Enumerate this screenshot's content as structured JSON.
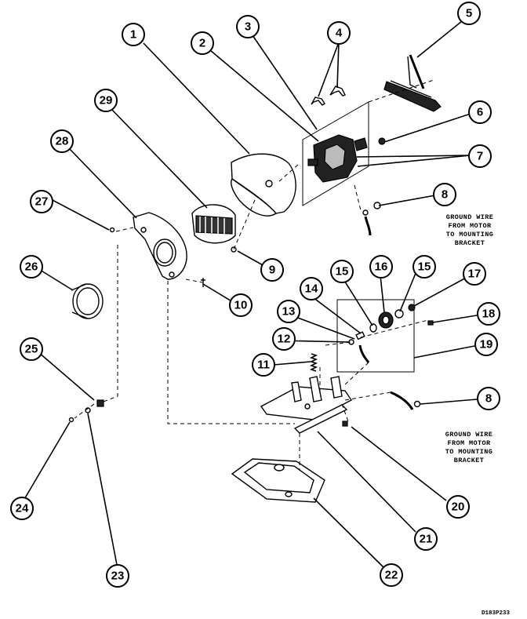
{
  "callouts": [
    "1",
    "2",
    "3",
    "4",
    "5",
    "6",
    "7",
    "8",
    "9",
    "10",
    "11",
    "12",
    "13",
    "14",
    "15",
    "16",
    "15",
    "17",
    "18",
    "19",
    "8",
    "20",
    "21",
    "22",
    "23",
    "24",
    "25",
    "26",
    "27",
    "28",
    "29"
  ],
  "notes": {
    "ground_wire_upper": [
      "GROUND WIRE",
      "FROM MOTOR",
      "TO MOUNTING",
      "BRACKET"
    ],
    "ground_wire_lower": [
      "GROUND WIRE",
      "FROM MOTOR",
      "TO MOUNTING",
      "BRACKET"
    ]
  },
  "drawing_code": "D183P233"
}
